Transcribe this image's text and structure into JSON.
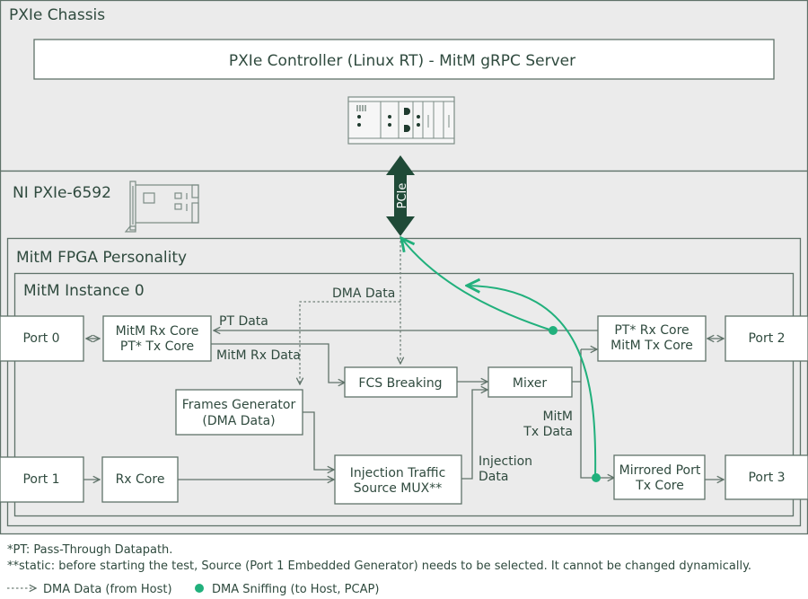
{
  "chassis": {
    "title": "PXIe Chassis"
  },
  "controller": {
    "label": "PXIe Controller (Linux RT) - MitM gRPC  Server"
  },
  "bus": {
    "label": "PCIe"
  },
  "card": {
    "title": "NI PXIe-6592"
  },
  "fpga": {
    "title": "MitM FPGA Personality"
  },
  "instance": {
    "title": "MitM Instance 0"
  },
  "blocks": {
    "port0": "Port 0",
    "port1": "Port 1",
    "port2": "Port 2",
    "port3": "Port 3",
    "mitm_rx_core": [
      "MitM Rx Core",
      "PT* Tx Core"
    ],
    "pt_rx_core": [
      "PT* Rx Core",
      "MitM Tx Core"
    ],
    "rx_core": "Rx Core",
    "frames_generator": [
      "Frames Generator",
      "(DMA Data)"
    ],
    "fcs_breaking": "FCS Breaking",
    "mixer": "Mixer",
    "injection_mux": [
      "Injection Traffic",
      "Source MUX**"
    ],
    "mirrored_port": [
      "Mirrored Port",
      "Tx Core"
    ]
  },
  "signals": {
    "dma_data": "DMA Data",
    "pt_data": "PT Data",
    "mitm_rx_data": "MitM Rx Data",
    "mitm_tx_data": [
      "MitM",
      "Tx Data"
    ],
    "injection_data": [
      "Injection",
      "Data"
    ]
  },
  "footnotes": [
    "*PT: Pass-Through Datapath.",
    "**static: before starting the test, Source (Port 1 Embedded Generator) needs to be selected. It cannot be changed dynamically."
  ],
  "legend": {
    "dma_from_host": "DMA Data (from Host)",
    "dma_sniffing": "DMA Sniffing (to Host, PCAP)"
  },
  "colors": {
    "accent_green": "#21b07c",
    "dark_green": "#1f4a37",
    "line": "#5f7269",
    "background": "#ebebeb"
  }
}
